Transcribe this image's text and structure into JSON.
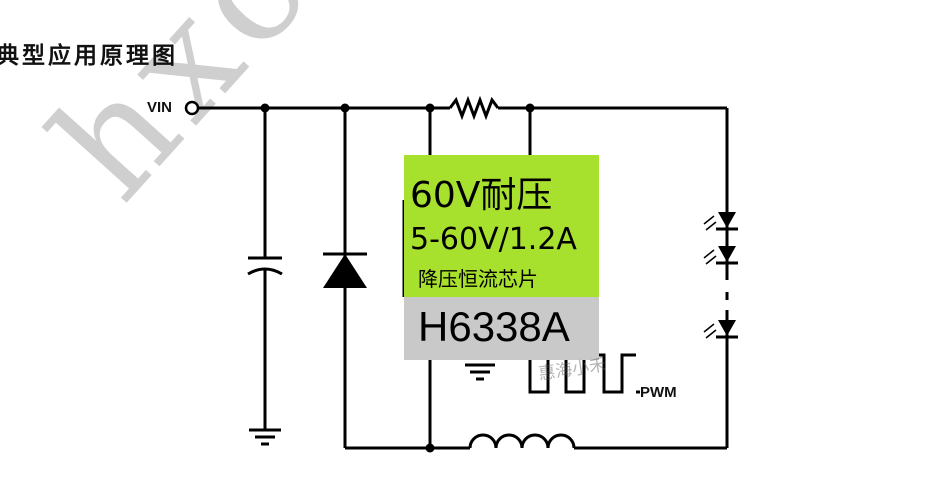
{
  "title": "典型应用原理图",
  "labels": {
    "vin": "VIN",
    "pwm": "PWM"
  },
  "chip": {
    "voltage_rating": "60V耐压",
    "range": "5-60V/1.2A",
    "description": "降压恒流芯片",
    "part_number": "H6338A"
  },
  "watermarks": {
    "diagonal": "hxc-p",
    "small": "惠海小禾"
  },
  "colors": {
    "chip_highlight": "#a7e02d",
    "part_band": "#c9c9c9",
    "wire": "#000000"
  }
}
